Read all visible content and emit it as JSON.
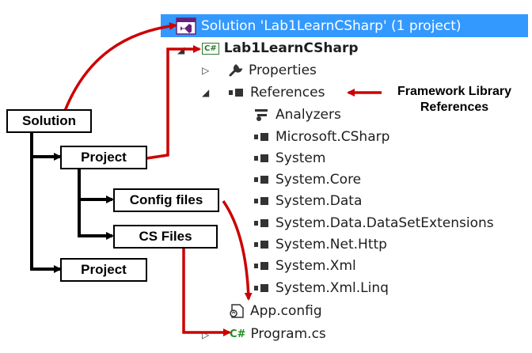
{
  "tree": {
    "solution_label": "Solution 'Lab1LearnCSharp' (1 project)",
    "project_label": "Lab1LearnCSharp",
    "properties_label": "Properties",
    "references_label": "References",
    "analyzers_label": "Analyzers",
    "references": [
      "Microsoft.CSharp",
      "System",
      "System.Core",
      "System.Data",
      "System.Data.DataSetExtensions",
      "System.Net.Http",
      "System.Xml",
      "System.Xml.Linq"
    ],
    "app_config_label": "App.config",
    "program_label": "Program.cs",
    "cs_badge": "C#"
  },
  "diagram": {
    "solution_box": "Solution",
    "project_box_1": "Project",
    "config_box": "Config files",
    "cs_files_box": "CS Files",
    "project_box_2": "Project",
    "callout_line_1": "Framework Library",
    "callout_line_2": "References"
  },
  "colors": {
    "selection": "#3399ff",
    "arrow_red": "#cc0000",
    "connector_black": "#000000",
    "csharp_green": "#1e8c1e"
  }
}
